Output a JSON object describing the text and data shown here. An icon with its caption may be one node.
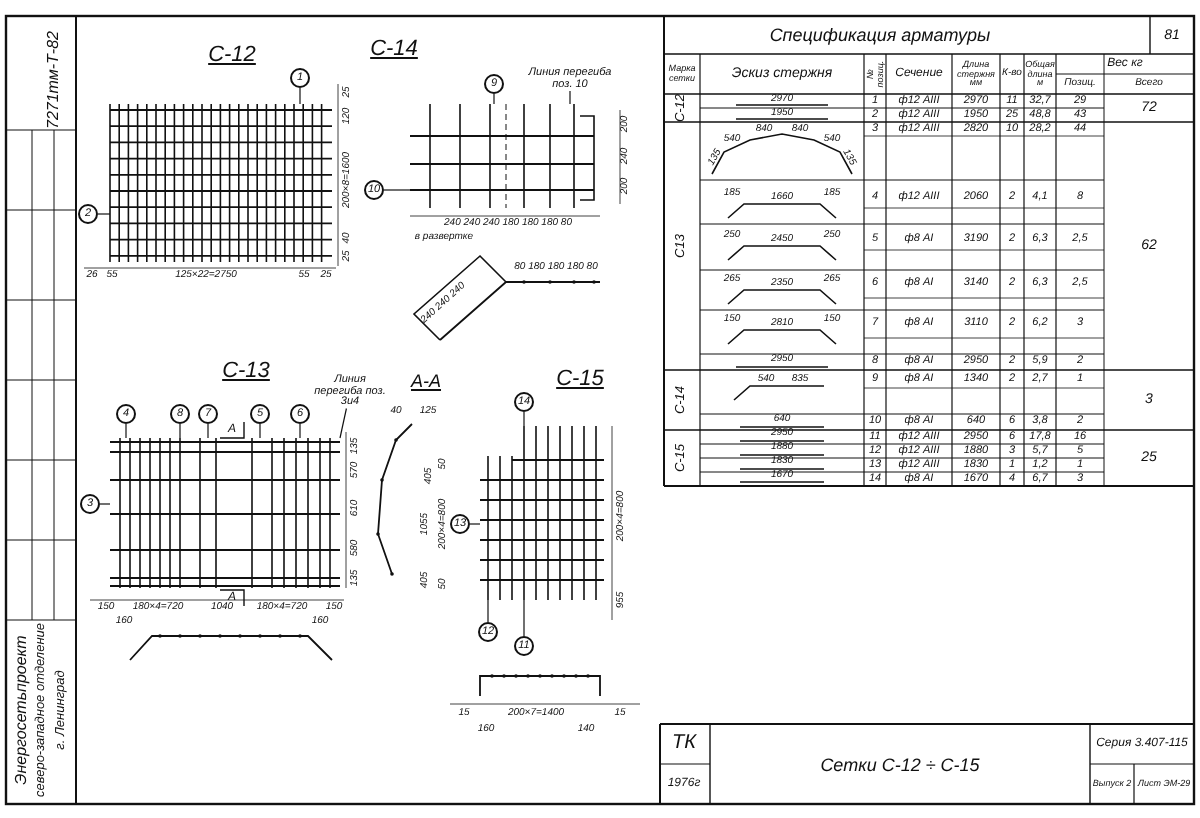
{
  "diagram": {
    "nodes": [
      {
        "text": [
          "1"
        ]
      },
      {
        "text": [
          "2"
        ]
      },
      {
        "text": [
          "9"
        ]
      },
      {
        "text": [
          "10"
        ]
      },
      {
        "text": [
          "Линия перегиба поз. 10"
        ]
      },
      {
        "text": [
          "4"
        ]
      },
      {
        "text": [
          "8"
        ]
      },
      {
        "text": [
          "7"
        ]
      },
      {
        "text": [
          "5"
        ]
      },
      {
        "text": [
          "6"
        ]
      },
      {
        "text": [
          "3"
        ]
      },
      {
        "text": [
          "Линия перегиба поз. 3и4"
        ]
      },
      {
        "text": [
          "13"
        ]
      },
      {
        "text": [
          "14"
        ]
      },
      {
        "text": [
          "12"
        ]
      },
      {
        "text": [
          "11"
        ]
      },
      {
        "text": [],
        "shape": "picture"
      },
      {
        "text": [],
        "shape": "picture"
      },
      {
        "text": [],
        "shape": "picture"
      },
      {
        "text": [],
        "shape": "picture"
      }
    ],
    "edges": [
      {
        "from": 0,
        "to": 16,
        "arrow": "none"
      },
      {
        "from": 1,
        "to": 16,
        "arrow": "none"
      },
      {
        "from": 2,
        "to": 17,
        "arrow": "none"
      },
      {
        "from": 3,
        "to": 17,
        "arrow": "none"
      },
      {
        "from": 4,
        "to": 17,
        "arrow": "none"
      },
      {
        "from": 5,
        "to": 18,
        "arrow": "none"
      },
      {
        "from": 6,
        "to": 18,
        "arrow": "none"
      },
      {
        "from": 7,
        "to": 18,
        "arrow": "none"
      },
      {
        "from": 8,
        "to": 18,
        "arrow": "none"
      },
      {
        "from": 9,
        "to": 18,
        "arrow": "none"
      },
      {
        "from": 10,
        "to": 18,
        "arrow": "none"
      },
      {
        "from": 11,
        "to": 18,
        "arrow": "none"
      },
      {
        "from": 12,
        "to": 19,
        "arrow": "none"
      },
      {
        "from": 13,
        "to": 19,
        "arrow": "none"
      },
      {
        "from": 14,
        "to": 19,
        "arrow": "none"
      },
      {
        "from": 15,
        "to": 19,
        "arrow": "none"
      }
    ],
    "labels": [
      "7271тм-Т-82",
      "Энергосетьпроект",
      "северо-западное отделение",
      "г. Ленинград",
      "С-12",
      "26",
      "55",
      "125×22=2750",
      "55",
      "25",
      "25",
      "120",
      "200×8=1600",
      "40",
      "25",
      "С-14",
      "200",
      "240",
      "200",
      "240 240 240 180 180 180 80",
      "в развертке",
      "80 180 180 180 80",
      "240 240 240",
      "С-13",
      "А",
      "А",
      "135",
      "570",
      "610",
      "580",
      "135",
      "150",
      "180×4=720",
      "1040",
      "180×4=720",
      "150",
      "160",
      "160",
      "А-А",
      "40",
      "125",
      "405",
      "50",
      "1055",
      "200×4=800",
      "50",
      "405",
      "С-15",
      "200×4=800",
      "955",
      "15",
      "200×7=1400",
      "15",
      "160",
      "140",
      "Спецификация арматуры",
      "81",
      "Марка сетки",
      "Эскиз стержня",
      "№ позиц.",
      "Сечение",
      "Длина стержня мм",
      "К-во",
      "Общая длина м",
      "Вес кг",
      "Позиц.",
      "Всего",
      "С-12",
      "2970",
      "1",
      "ф12 АIII",
      "2970",
      "11",
      "32,7",
      "29",
      "72",
      "1950",
      "2",
      "ф12 АIII",
      "1950",
      "25",
      "48,8",
      "43",
      "С13",
      "135",
      "540",
      "840",
      "840",
      "540",
      "135",
      "3",
      "ф12 АIII",
      "2820",
      "10",
      "28,2",
      "44",
      "62",
      "185",
      "1660",
      "185",
      "4",
      "ф12 АIII",
      "2060",
      "2",
      "4,1",
      "8",
      "250",
      "2450",
      "250",
      "5",
      "ф8 АI",
      "3190",
      "2",
      "6,3",
      "2,5",
      "265",
      "2350",
      "265",
      "6",
      "ф8 АI",
      "3140",
      "2",
      "6,3",
      "2,5",
      "150",
      "2810",
      "150",
      "7",
      "ф8 АI",
      "3110",
      "2",
      "6,2",
      "3",
      "2950",
      "8",
      "ф8 АI",
      "2950",
      "2",
      "5,9",
      "2",
      "С-14",
      "540",
      "835",
      "9",
      "ф8 АI",
      "1340",
      "2",
      "2,7",
      "1",
      "3",
      "640",
      "10",
      "ф8 АI",
      "640",
      "6",
      "3,8",
      "2",
      "С-15",
      "2950",
      "11",
      "ф12 АIII",
      "2950",
      "6",
      "17,8",
      "16",
      "25",
      "1880",
      "12",
      "ф12 АIII",
      "1880",
      "3",
      "5,7",
      "5",
      "1830",
      "13",
      "ф12 АIII",
      "1830",
      "1",
      "1,2",
      "1",
      "1670",
      "14",
      "ф8 АI",
      "1670",
      "4",
      "6,7",
      "3",
      "ТК",
      "1976г",
      "Сетки С-12 ÷ С-15",
      "Серия 3.407-115",
      "Выпуск 2",
      "Лист ЭМ-29"
    ]
  }
}
